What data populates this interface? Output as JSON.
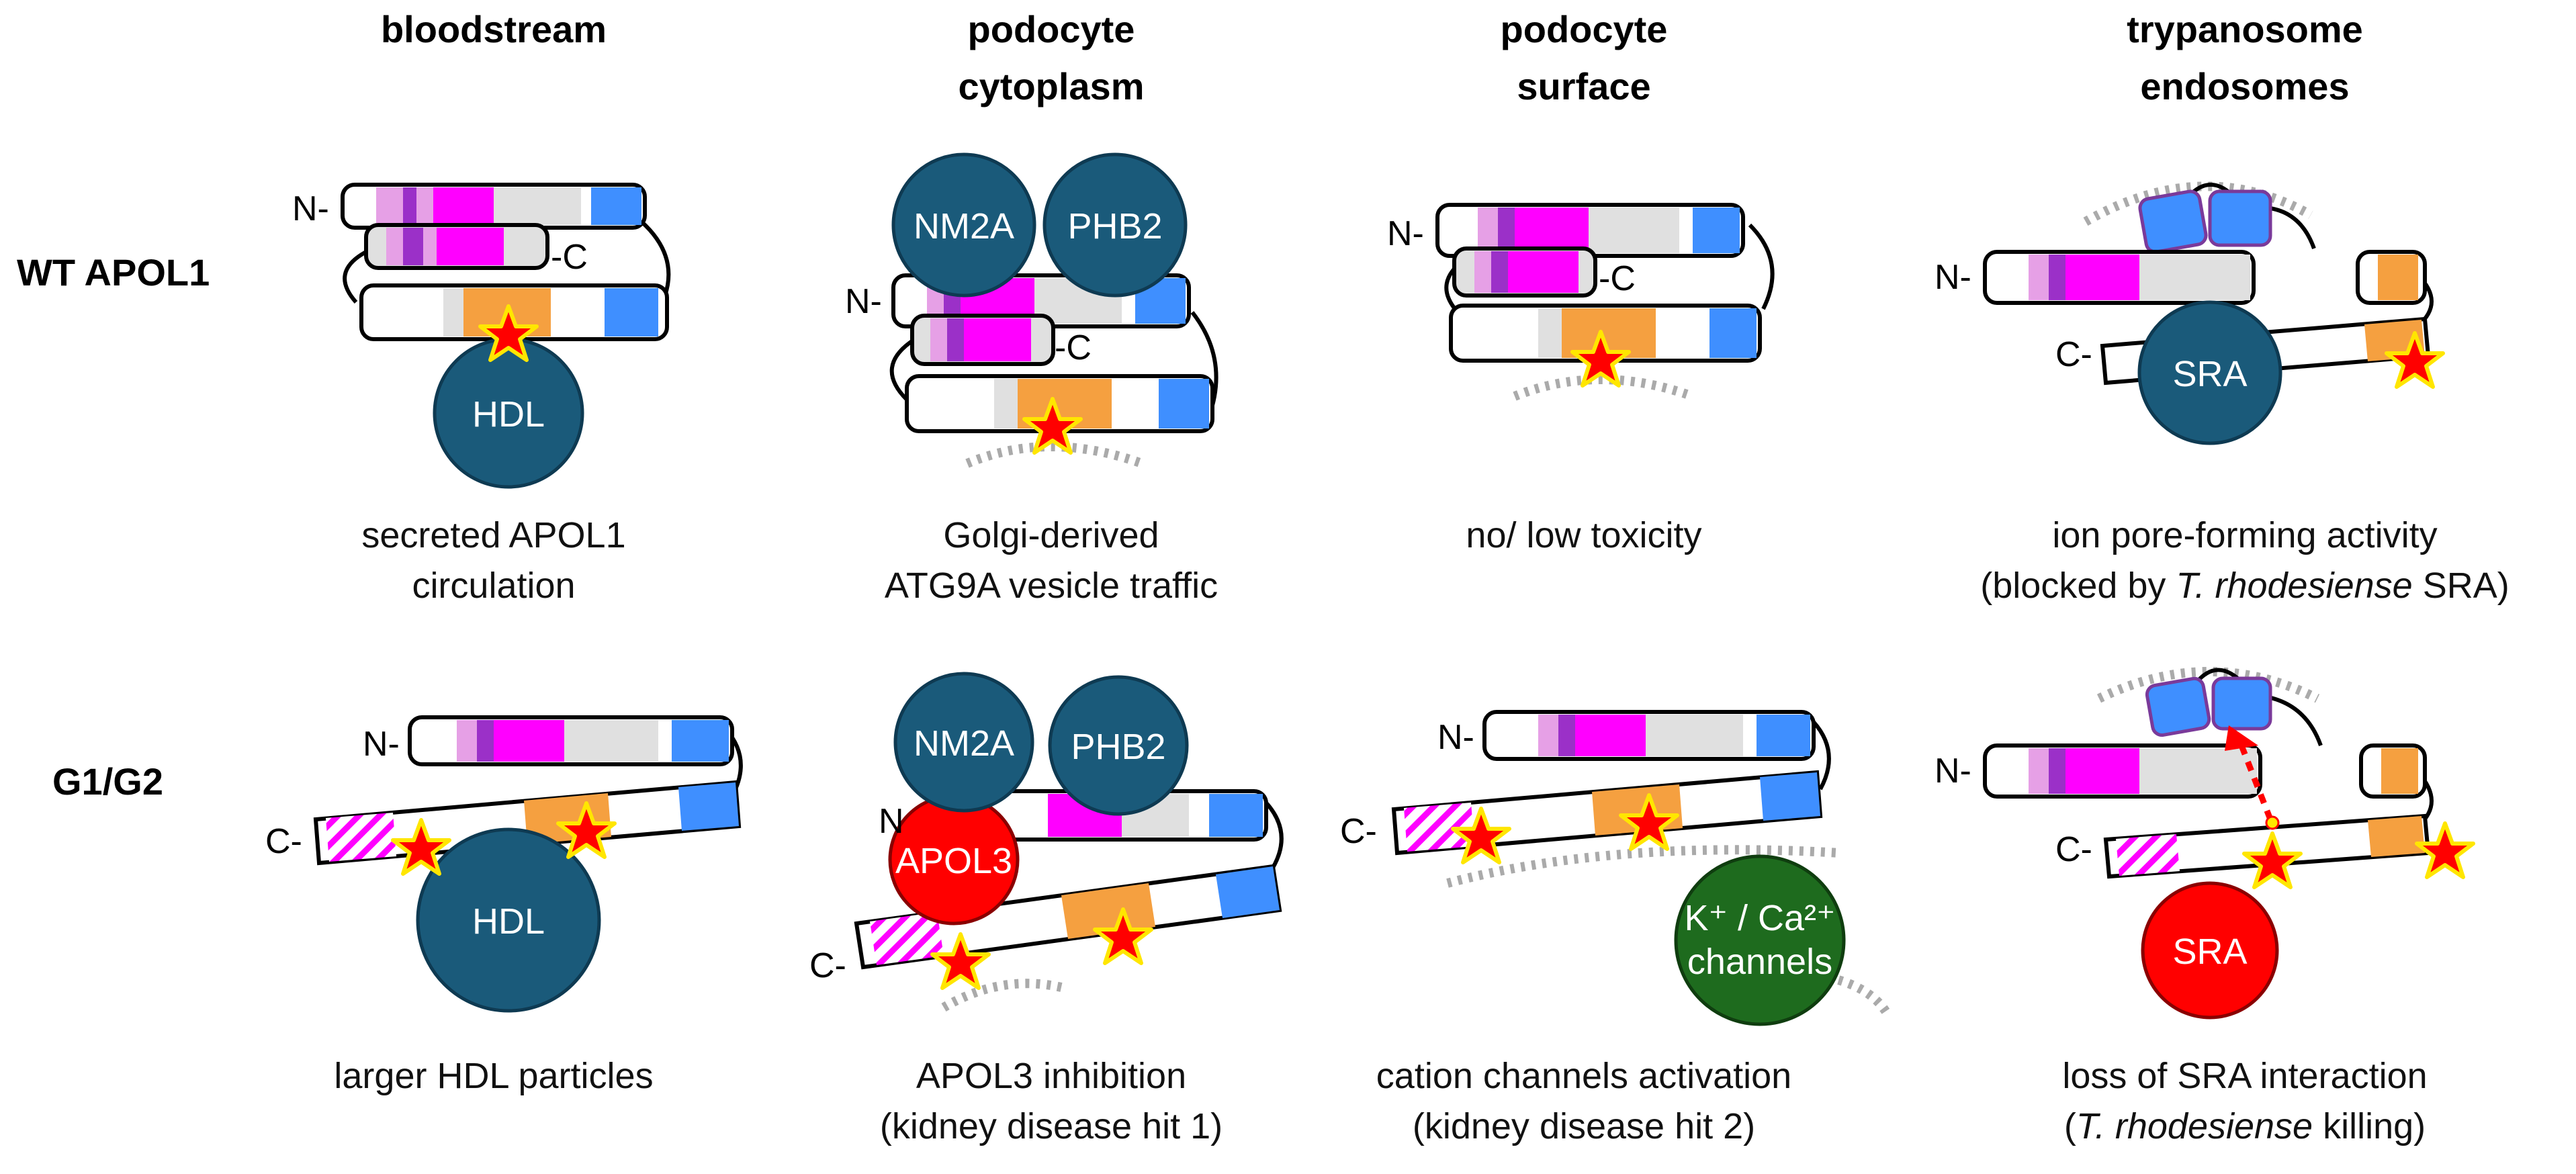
{
  "columns": {
    "bloodstream": "bloodstream",
    "cytoplasm_l1": "podocyte",
    "cytoplasm_l2": "cytoplasm",
    "surface_l1": "podocyte",
    "surface_l2": "surface",
    "endo_l1": "trypanosome",
    "endo_l2": "endosomes"
  },
  "rows": {
    "wt": "WT APOL1",
    "g": "G1/G2"
  },
  "terminals": {
    "n": "N-",
    "c": "C-",
    "c_right": "-C",
    "n_short": "N"
  },
  "blobs": {
    "hdl": "HDL",
    "nm2a": "NM2A",
    "phb2": "PHB2",
    "apol3": "APOL3",
    "sra": "SRA",
    "channels_l1": "K⁺ / Ca²⁺",
    "channels_l2": "channels"
  },
  "captions": {
    "wt_blood_l1": "secreted APOL1",
    "wt_blood_l2": "circulation",
    "wt_cyto_l1": "Golgi-derived",
    "wt_cyto_l2": "ATG9A  vesicle traffic",
    "wt_surf_l1": "no/ low toxicity",
    "wt_endo_l1": "ion pore-forming activity",
    "wt_endo_l2a": "(blocked by ",
    "wt_endo_l2b": "T. rhodesiense",
    "wt_endo_l2c": " SRA)",
    "g_blood_l1": "larger HDL particles",
    "g_cyto_l1": "APOL3  inhibition",
    "g_cyto_l2": "(kidney disease hit 1)",
    "g_surf_l1": "cation channels activation",
    "g_surf_l2": "(kidney disease hit 2)",
    "g_endo_l1": "loss of SRA interaction",
    "g_endo_l2a": "(",
    "g_endo_l2b": "T. rhodesiense",
    "g_endo_l2c": " killing)"
  },
  "colors": {
    "navy": "#1a5a7a",
    "red": "#ff0000",
    "green": "#1e6b1e",
    "magenta": "#ff00ff",
    "orange": "#f5a040",
    "blue": "#3f8fff",
    "grey": "#e0e0e0"
  }
}
